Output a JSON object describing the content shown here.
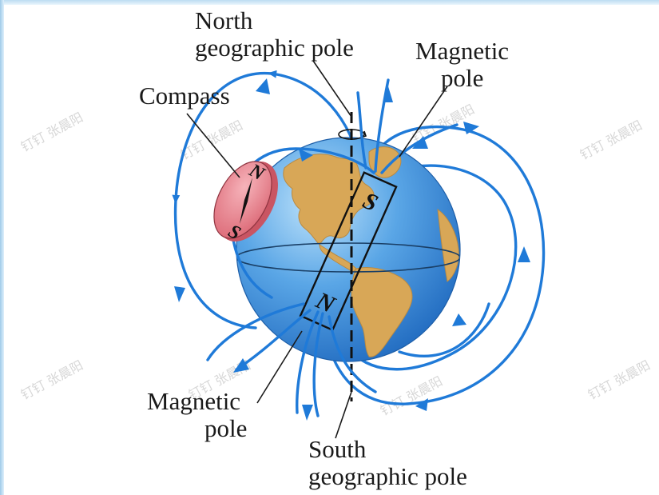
{
  "labels": {
    "north_geo_line1": "North",
    "north_geo_line2": "geographic pole",
    "compass": "Compass",
    "magnetic_top_line1": "Magnetic",
    "magnetic_top_line2": "pole",
    "magnetic_bottom_line1": "Magnetic",
    "magnetic_bottom_line2": "pole",
    "south_geo_line1": "South",
    "south_geo_line2": "geographic pole"
  },
  "magnet": {
    "top_pole": "S",
    "bottom_pole": "N"
  },
  "compass_needle": {
    "north": "N",
    "south": "S"
  },
  "watermark": "钉钉 张晨阳",
  "colors": {
    "field_line": "#1f7ad8",
    "ocean": "#3c8fd9",
    "land": "#d8a757",
    "compass_face": "#e8838f",
    "text": "#1a1a1a"
  }
}
